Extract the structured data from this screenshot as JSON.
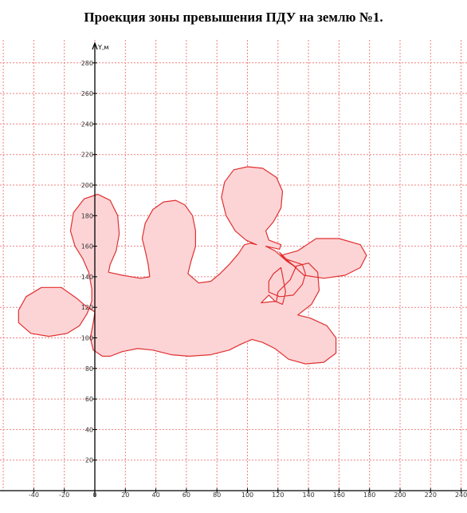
{
  "title": "Проекция зоны превышения ПДУ на землю №1.",
  "chart_data": {
    "type": "area",
    "title": "Проекция зоны превышения ПДУ на землю №1.",
    "xlabel": "",
    "ylabel": "Y,м",
    "xlim": [
      -60,
      240
    ],
    "ylim": [
      0,
      290
    ],
    "grid": true,
    "x_ticks": [
      "-40",
      "-20",
      "0",
      "20",
      "40",
      "60",
      "80",
      "100",
      "120",
      "140",
      "160",
      "180",
      "200",
      "220",
      "240"
    ],
    "y_ticks": [
      "20",
      "40",
      "60",
      "80",
      "100",
      "120",
      "140",
      "160",
      "180",
      "200",
      "220",
      "240",
      "260",
      "280"
    ],
    "series": [
      {
        "fill": "#fdd4d6",
        "stroke": "#e03030",
        "points": [
          [
            0,
            117
          ],
          [
            -5,
            120
          ],
          [
            -12,
            126
          ],
          [
            -22,
            133
          ],
          [
            -35,
            133
          ],
          [
            -45,
            127
          ],
          [
            -50,
            118
          ],
          [
            -50,
            110
          ],
          [
            -42,
            103
          ],
          [
            -30,
            101
          ],
          [
            -18,
            103
          ],
          [
            -10,
            108
          ],
          [
            -5,
            116
          ],
          [
            -2,
            124
          ],
          [
            -2,
            132
          ],
          [
            -4,
            143
          ],
          [
            -8,
            152
          ],
          [
            -13,
            160
          ],
          [
            -16,
            170
          ],
          [
            -14,
            182
          ],
          [
            -7,
            191
          ],
          [
            2,
            194
          ],
          [
            10,
            190
          ],
          [
            15,
            180
          ],
          [
            16,
            168
          ],
          [
            14,
            157
          ],
          [
            10,
            148
          ],
          [
            9,
            143
          ],
          [
            18,
            141
          ],
          [
            30,
            139
          ],
          [
            36,
            140
          ],
          [
            35,
            148
          ],
          [
            33,
            157
          ],
          [
            31,
            165
          ],
          [
            33,
            175
          ],
          [
            38,
            184
          ],
          [
            45,
            189
          ],
          [
            53,
            190
          ],
          [
            59,
            187
          ],
          [
            64,
            180
          ],
          [
            66,
            170
          ],
          [
            66,
            160
          ],
          [
            63,
            150
          ],
          [
            61,
            142
          ],
          [
            68,
            136
          ],
          [
            76,
            137
          ],
          [
            82,
            142
          ],
          [
            88,
            148
          ],
          [
            94,
            155
          ],
          [
            98,
            161
          ],
          [
            102,
            162
          ],
          [
            106,
            161
          ],
          [
            99,
            164
          ],
          [
            92,
            170
          ],
          [
            86,
            180
          ],
          [
            83,
            192
          ],
          [
            85,
            202
          ],
          [
            91,
            210
          ],
          [
            100,
            212
          ],
          [
            110,
            211
          ],
          [
            119,
            205
          ],
          [
            123,
            196
          ],
          [
            122,
            185
          ],
          [
            117,
            176
          ],
          [
            112,
            170
          ],
          [
            114,
            164
          ],
          [
            122,
            161
          ],
          [
            121,
            158
          ],
          [
            112,
            160
          ],
          [
            118,
            157
          ],
          [
            126,
            150
          ],
          [
            132,
            146
          ],
          [
            122,
            154
          ],
          [
            133,
            157
          ],
          [
            145,
            165
          ],
          [
            160,
            165
          ],
          [
            174,
            161
          ],
          [
            178,
            154
          ],
          [
            174,
            146
          ],
          [
            164,
            141
          ],
          [
            150,
            139
          ],
          [
            137,
            141
          ],
          [
            126,
            151
          ],
          [
            121,
            156
          ],
          [
            124,
            152
          ],
          [
            136,
            148
          ],
          [
            138,
            142
          ],
          [
            136,
            135
          ],
          [
            130,
            128
          ],
          [
            121,
            127
          ],
          [
            114,
            130
          ],
          [
            114,
            137
          ],
          [
            117,
            142
          ],
          [
            122,
            146
          ],
          [
            125,
            130
          ],
          [
            123,
            122
          ],
          [
            118,
            124
          ],
          [
            114,
            128
          ],
          [
            109,
            123
          ],
          [
            119,
            124
          ],
          [
            120,
            130
          ],
          [
            128,
            138
          ],
          [
            132,
            147
          ],
          [
            140,
            149
          ],
          [
            146,
            143
          ],
          [
            147,
            131
          ],
          [
            142,
            122
          ],
          [
            133,
            115
          ],
          [
            141,
            113
          ],
          [
            152,
            108
          ],
          [
            158,
            100
          ],
          [
            158,
            90
          ],
          [
            150,
            84
          ],
          [
            138,
            83
          ],
          [
            127,
            86
          ],
          [
            118,
            93
          ],
          [
            110,
            97
          ],
          [
            103,
            99
          ],
          [
            96,
            96
          ],
          [
            88,
            92
          ],
          [
            76,
            89
          ],
          [
            62,
            88
          ],
          [
            50,
            89
          ],
          [
            38,
            92
          ],
          [
            28,
            93
          ],
          [
            18,
            91
          ],
          [
            10,
            88
          ],
          [
            5,
            88
          ],
          [
            -1,
            92
          ],
          [
            -3,
            100
          ],
          [
            -1,
            110
          ],
          [
            0,
            117
          ]
        ]
      }
    ]
  }
}
